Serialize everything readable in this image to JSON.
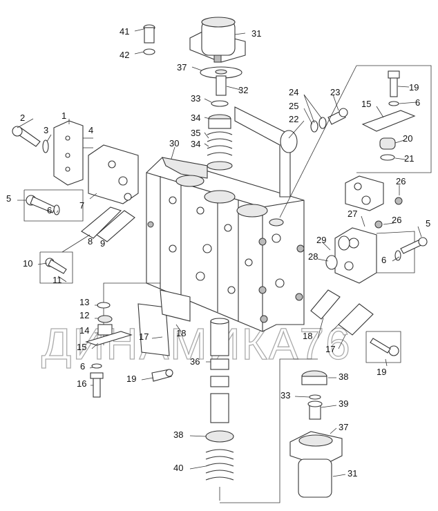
{
  "diagram": {
    "watermark": "ДИНАМИКА76",
    "labels": [
      "41",
      "42",
      "31",
      "37",
      "32",
      "33",
      "24",
      "23",
      "19",
      "6",
      "25",
      "22",
      "34",
      "15",
      "35",
      "2",
      "1",
      "3",
      "4",
      "30",
      "34",
      "20",
      "21",
      "26",
      "5",
      "7",
      "6",
      "27",
      "26",
      "5",
      "8",
      "9",
      "29",
      "28",
      "6",
      "10",
      "11",
      "13",
      "12",
      "14",
      "15",
      "17",
      "18",
      "18",
      "17",
      "19",
      "36",
      "6",
      "16",
      "19",
      "38",
      "33",
      "39",
      "37",
      "38",
      "40",
      "31"
    ]
  }
}
